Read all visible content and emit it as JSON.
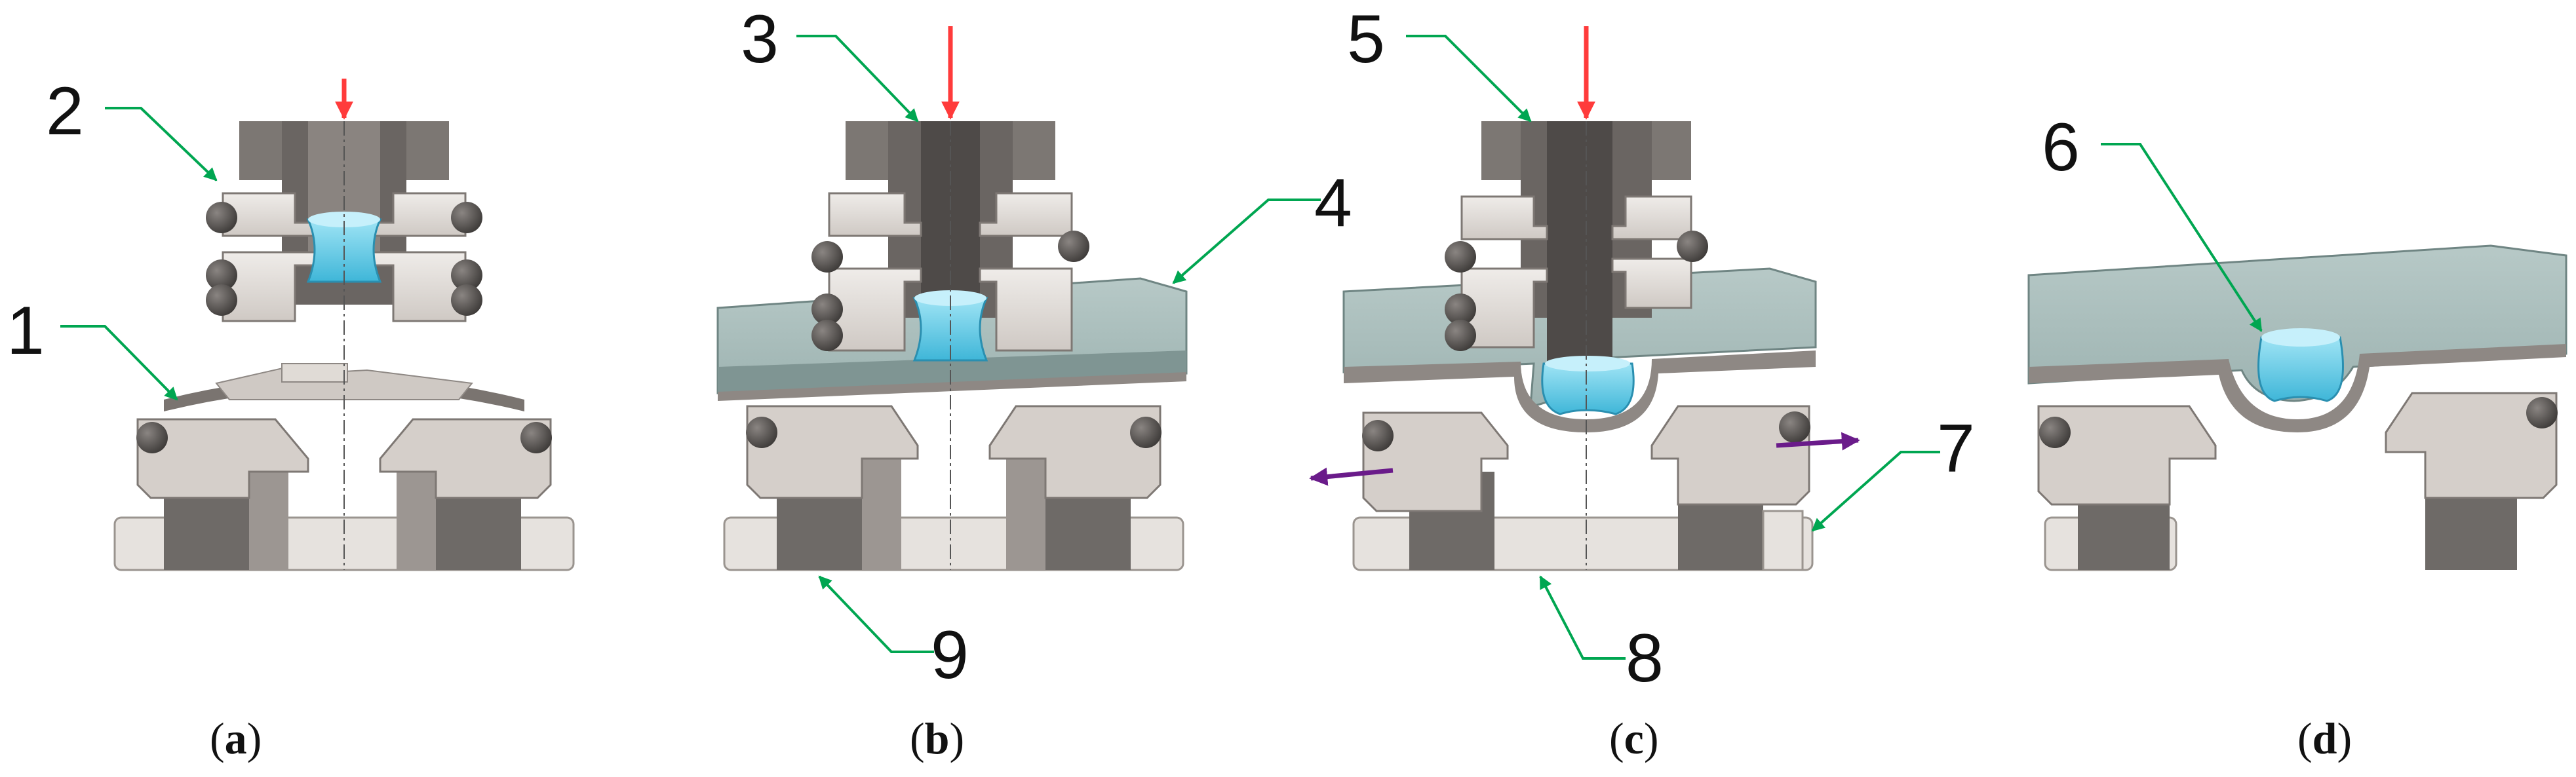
{
  "colors": {
    "background": "#ffffff",
    "tool_dark": "#5a5654",
    "tool_mid": "#8f8985",
    "tool_light": "#d2ccc7",
    "tool_pale": "#ebe7e3",
    "sheet_top": "#a9bdbb",
    "sheet_side": "#7f9593",
    "sheet_lower": "#c3d3d1",
    "rivet": "#5bc8e6",
    "force_arrow": "#ff3b3b",
    "motion_arrow": "#6a1b8a",
    "leader": "#00a651"
  },
  "panels": [
    {
      "id": "a",
      "caption_open": "(",
      "caption_letter": "a",
      "caption_close": ")"
    },
    {
      "id": "b",
      "caption_open": "(",
      "caption_letter": "b",
      "caption_close": ")"
    },
    {
      "id": "c",
      "caption_open": "(",
      "caption_letter": "c",
      "caption_close": ")"
    },
    {
      "id": "d",
      "caption_open": "(",
      "caption_letter": "d",
      "caption_close": ")"
    }
  ],
  "callouts": [
    "1",
    "2",
    "3",
    "4",
    "5",
    "6",
    "7",
    "8",
    "9"
  ]
}
